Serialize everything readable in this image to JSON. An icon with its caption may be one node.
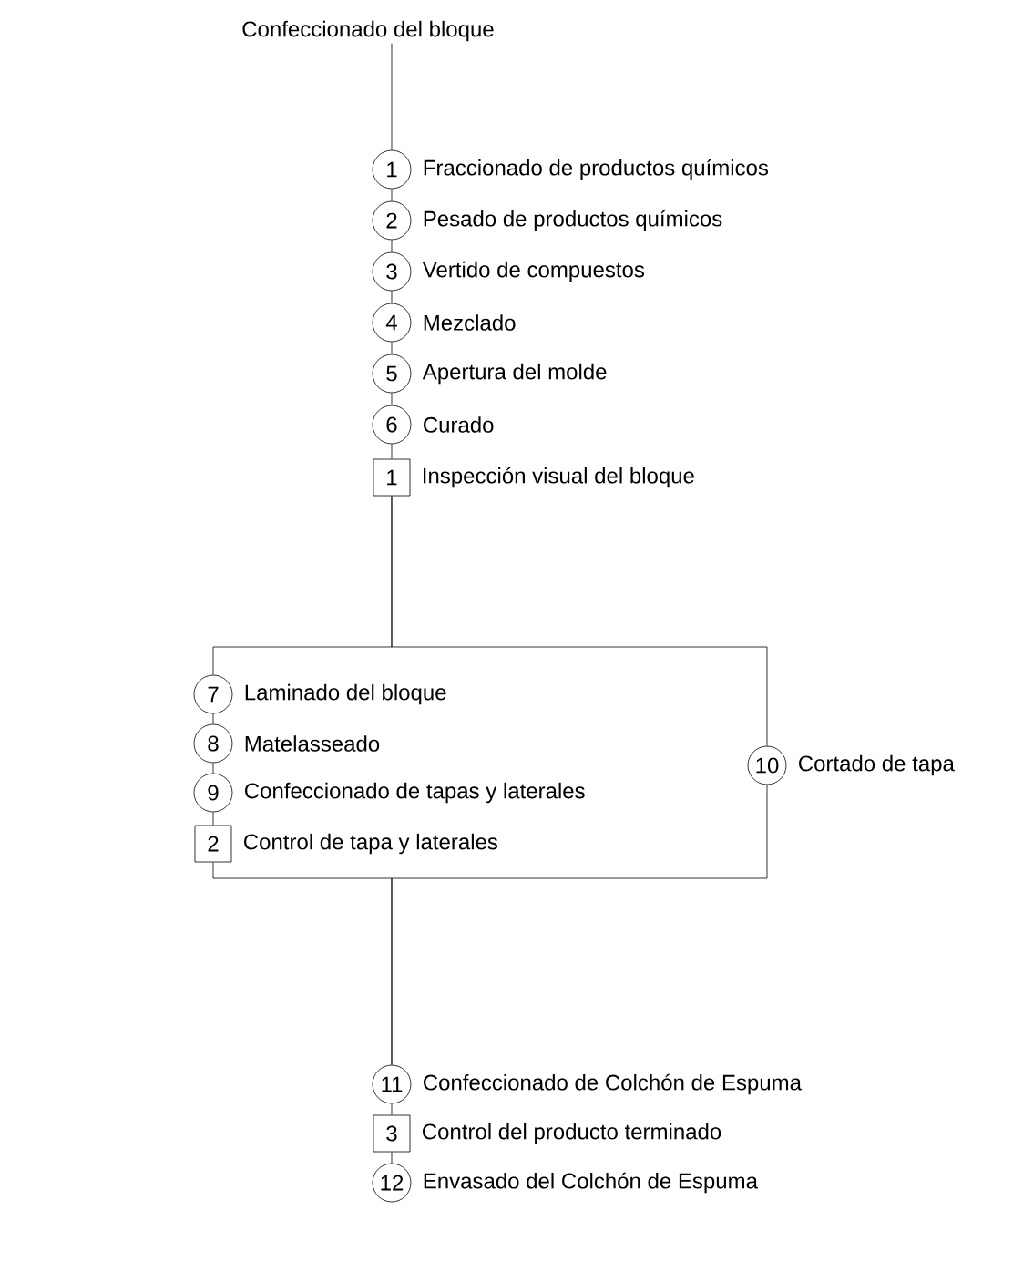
{
  "diagram": {
    "nodes": [
      {
        "text": [
          "Confeccionado del bloque"
        ]
      },
      {
        "text": [
          "1"
        ],
        "beside": [
          "Fraccionado de productos químicos"
        ]
      },
      {
        "text": [
          "2"
        ],
        "beside": [
          "Pesado de productos químicos"
        ]
      },
      {
        "text": [
          "3"
        ],
        "beside": [
          "Vertido de compuestos"
        ]
      },
      {
        "text": [
          "4"
        ],
        "beside": [
          "Mezclado"
        ]
      },
      {
        "text": [
          "5"
        ],
        "beside": [
          "Apertura del molde"
        ]
      },
      {
        "text": [
          "6"
        ],
        "beside": [
          "Curado"
        ]
      },
      {
        "text": [
          "1"
        ],
        "beside": [
          "Inspección visual del bloque"
        ]
      },
      {
        "text": [
          "7"
        ],
        "beside": [
          "Laminado del bloque"
        ]
      },
      {
        "text": [
          "8"
        ],
        "beside": [
          "Matelasseado"
        ]
      },
      {
        "text": [
          "9"
        ],
        "beside": [
          "Confeccionado de tapas y laterales"
        ]
      },
      {
        "text": [
          "2"
        ],
        "beside": [
          "Control de tapa y laterales"
        ]
      },
      {
        "text": [
          "10"
        ],
        "beside": [
          "Cortado de tapa"
        ]
      },
      {
        "text": [
          "11"
        ],
        "beside": [
          "Confeccionado de Colchón de Espuma"
        ]
      },
      {
        "text": [
          "3"
        ],
        "beside": [
          "Control del producto terminado"
        ]
      },
      {
        "text": [
          "12"
        ],
        "beside": [
          "Envasado del Colchón de Espuma"
        ]
      }
    ],
    "edges": [
      {
        "from": 0,
        "to": 1,
        "arrow": "none"
      },
      {
        "from": 1,
        "to": 2,
        "arrow": "none"
      },
      {
        "from": 2,
        "to": 3,
        "arrow": "none"
      },
      {
        "from": 3,
        "to": 4,
        "arrow": "none"
      },
      {
        "from": 4,
        "to": 5,
        "arrow": "none"
      },
      {
        "from": 5,
        "to": 6,
        "arrow": "none"
      },
      {
        "from": 6,
        "to": 7,
        "arrow": "none"
      },
      {
        "from": 7,
        "to": 8,
        "arrow": "none"
      },
      {
        "from": 7,
        "to": 12,
        "arrow": "none"
      },
      {
        "from": 8,
        "to": 9,
        "arrow": "none"
      },
      {
        "from": 9,
        "to": 10,
        "arrow": "none"
      },
      {
        "from": 10,
        "to": 11,
        "arrow": "none"
      },
      {
        "from": 11,
        "to": 13,
        "arrow": "none"
      },
      {
        "from": 12,
        "to": 13,
        "arrow": "none"
      },
      {
        "from": 13,
        "to": 14,
        "arrow": "none"
      },
      {
        "from": 14,
        "to": 15,
        "arrow": "none"
      }
    ]
  }
}
